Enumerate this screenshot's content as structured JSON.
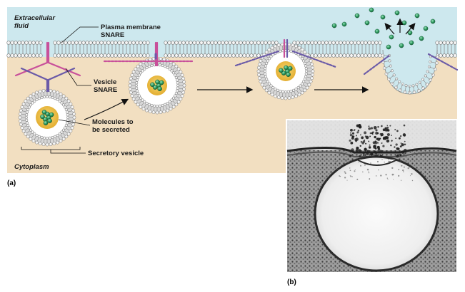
{
  "labels": {
    "extracellular_line1": "Extracellular",
    "extracellular_line2": "fluid",
    "cytoplasm": "Cytoplasm",
    "plasma_snare_line1": "Plasma membrane",
    "plasma_snare_line2": "SNARE",
    "vesicle_snare_line1": "Vesicle",
    "vesicle_snare_line2": "SNARE",
    "molecules_line1": "Molecules to",
    "molecules_line2": "be secreted",
    "secretory_vesicle": "Secretory vesicle",
    "panel_a": "(a)",
    "panel_b": "(b)"
  },
  "colors": {
    "extracellular": "#cde8ee",
    "cytoplasm": "#f2dfc1",
    "membrane_head": "#9a9a9a",
    "plasma_snare": "#c8509a",
    "vesicle_snare": "#6a5aa8",
    "molecule": "#2f9e62",
    "vesicle_lumen": "#f1c550",
    "micrograph_bg": "#8f8f8f"
  }
}
